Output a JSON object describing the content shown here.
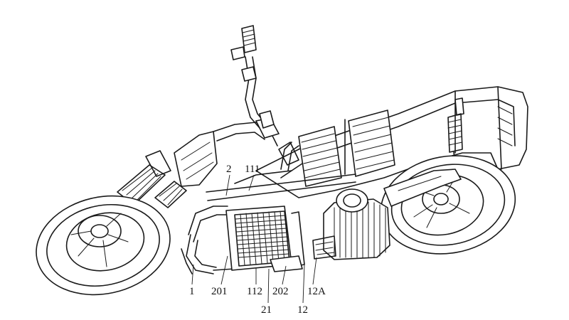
{
  "labels": {
    "l_2": "2",
    "l_111": "111",
    "l_1": "1",
    "l_201": "201",
    "l_112": "112",
    "l_202": "202",
    "l_12A": "12A",
    "l_21": "21",
    "l_12": "12"
  }
}
